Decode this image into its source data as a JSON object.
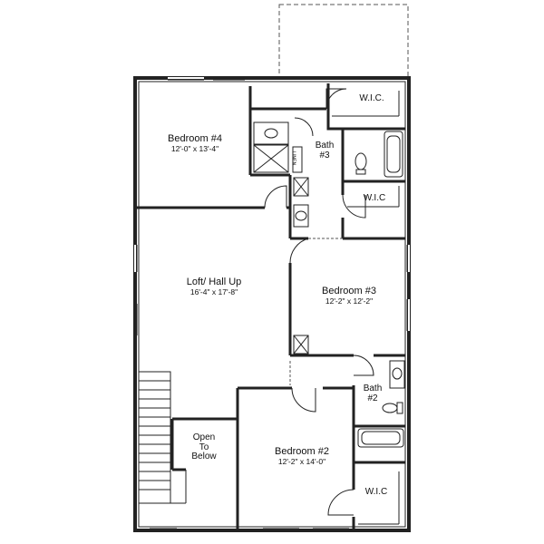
{
  "rooms": {
    "bedroom4": {
      "name": "Bedroom #4",
      "dims": "12'-0\" x 13'-4\""
    },
    "bedroom3": {
      "name": "Bedroom #3",
      "dims": "12'-2\" x 12'-2\""
    },
    "bedroom2": {
      "name": "Bedroom #2",
      "dims": "12'-2\" x 14'-0\""
    },
    "loft": {
      "name": "Loft/ Hall Up",
      "dims": "16'-4\" x 17'-8\""
    },
    "bath3": {
      "line1": "Bath",
      "line2": "#3"
    },
    "bath2": {
      "line1": "Bath",
      "line2": "#2"
    },
    "wic_top": "W.I.C.",
    "wic_mid": "W.I.C",
    "wic_bottom": "W.I.C",
    "linen": "LINEN",
    "open_below": {
      "line1": "Open",
      "line2": "To",
      "line3": "Below"
    }
  }
}
